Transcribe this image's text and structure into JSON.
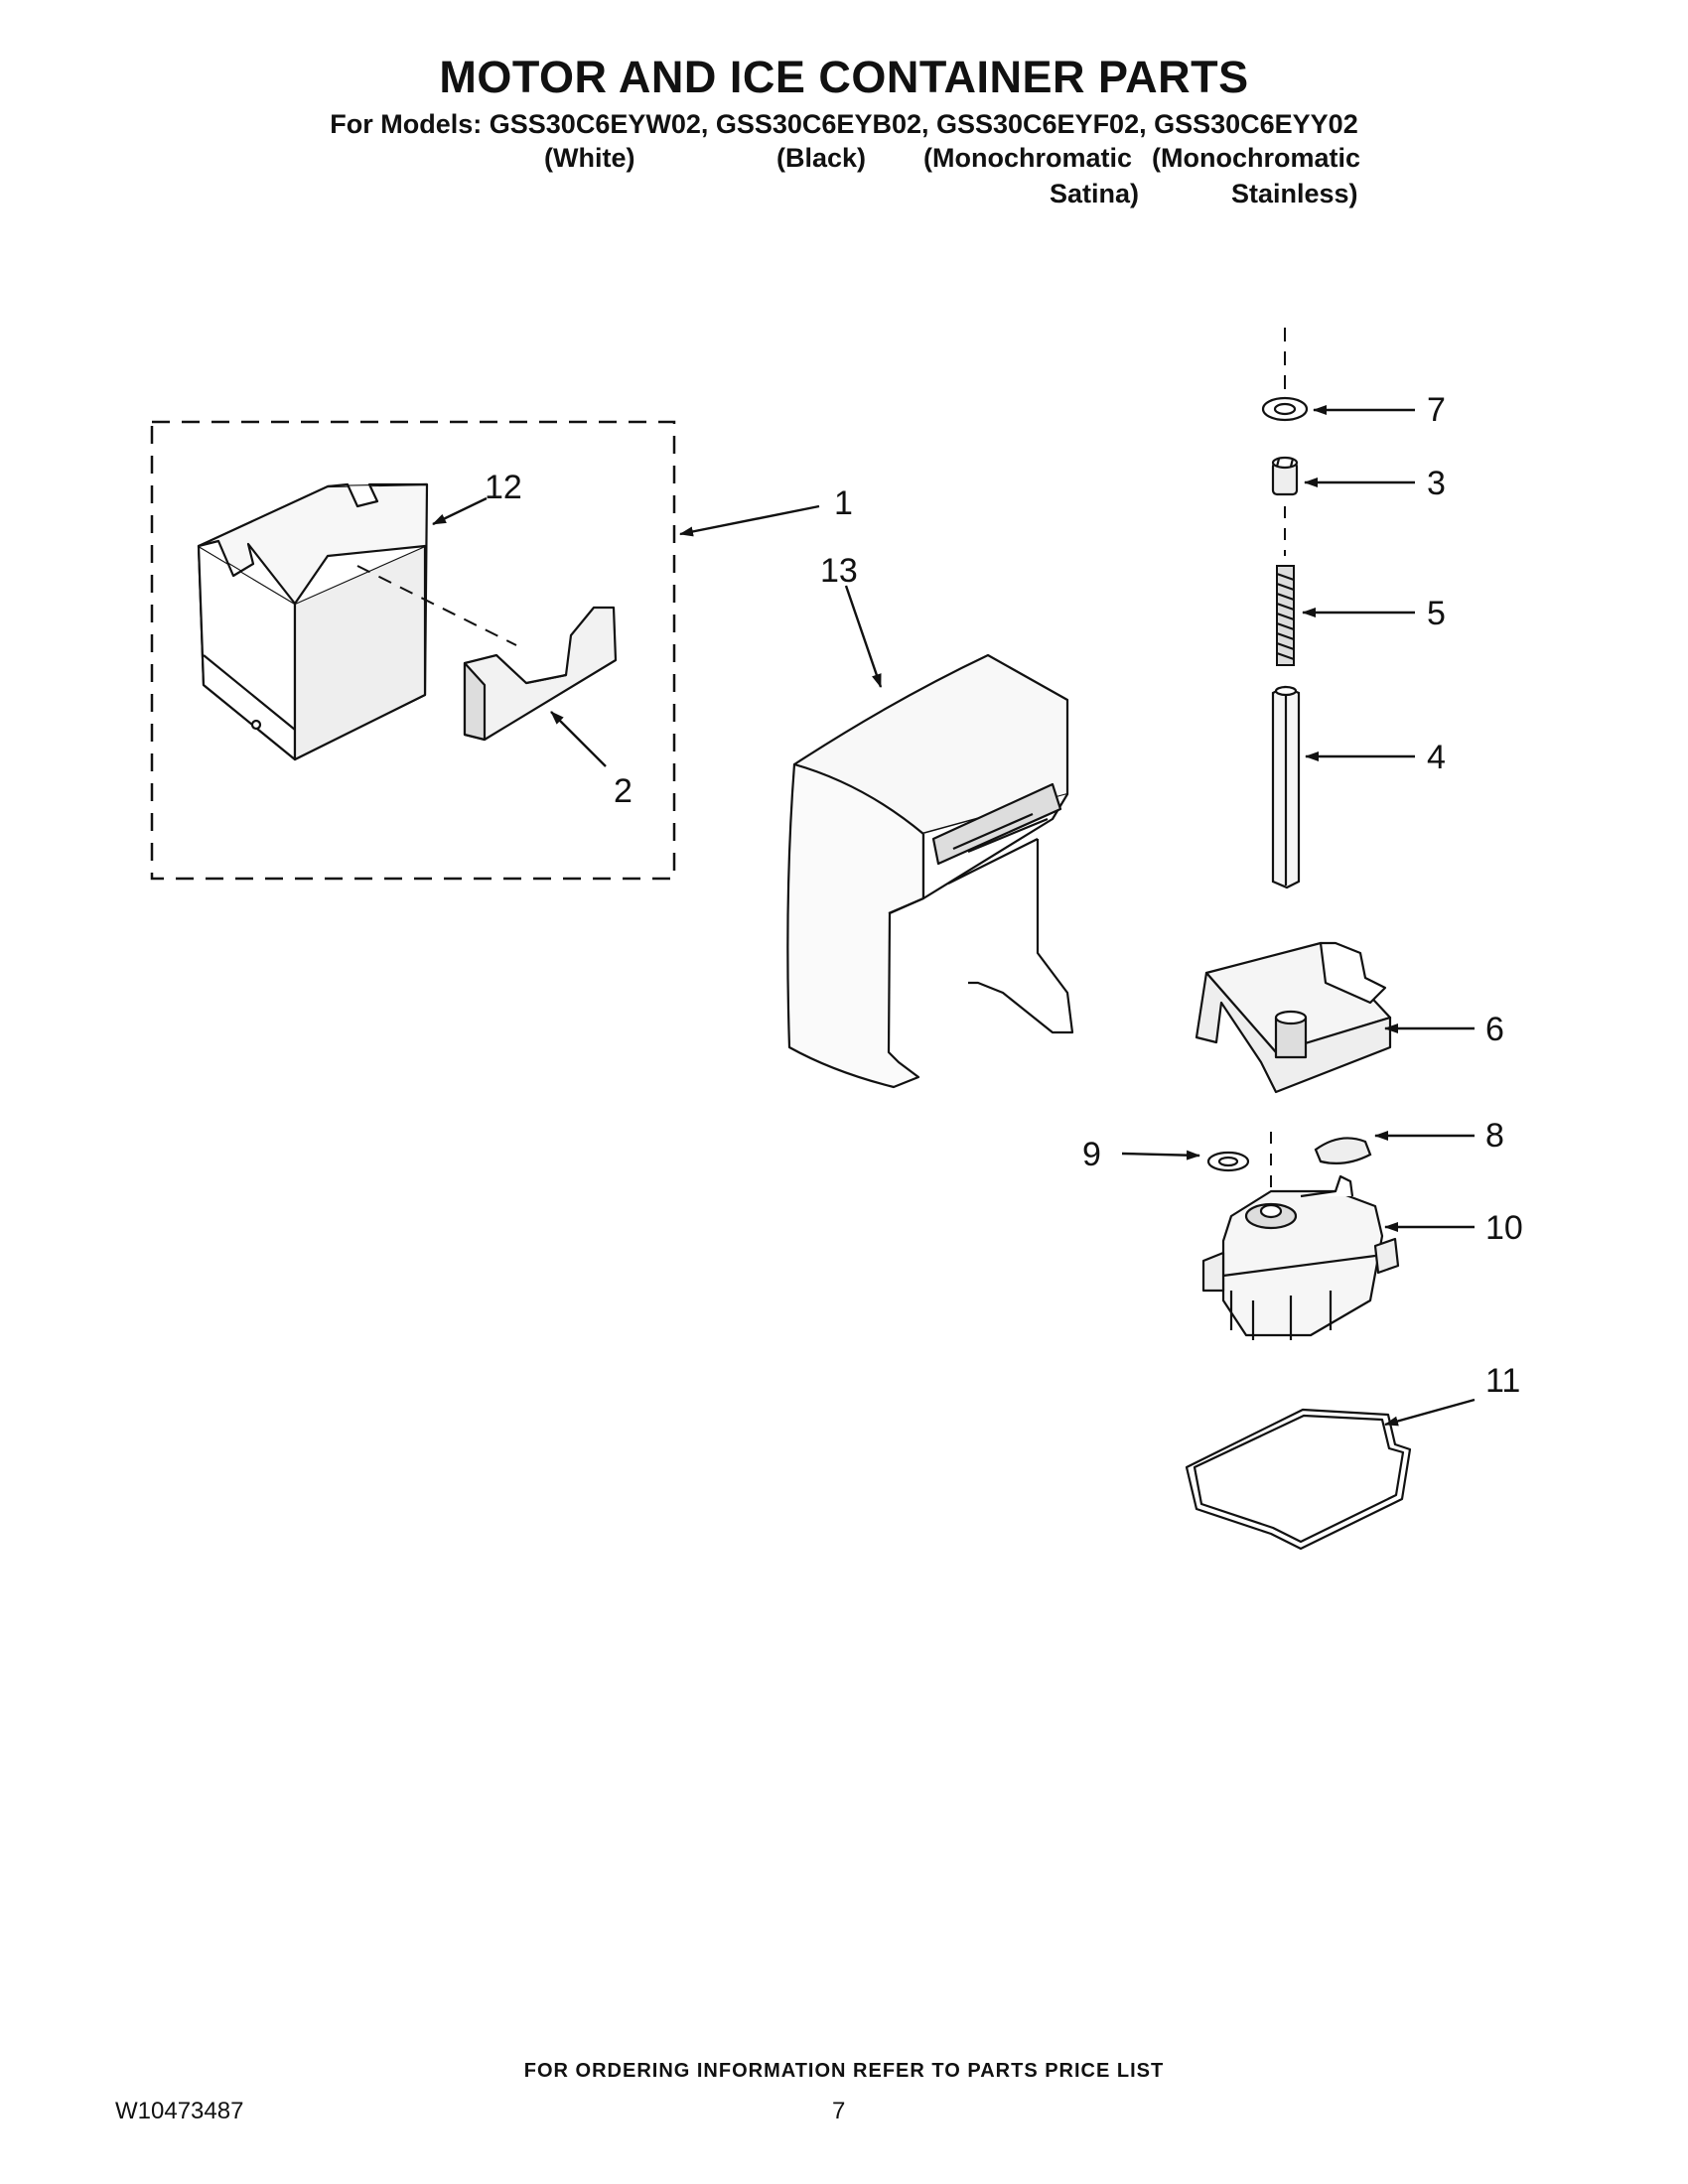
{
  "header": {
    "title": "MOTOR AND ICE CONTAINER PARTS",
    "models_line": "For Models: GSS30C6EYW02, GSS30C6EYB02, GSS30C6EYF02, GSS30C6EYY02",
    "variants": {
      "white": "(White)",
      "black": "(Black)",
      "mono1_line1": "(Monochromatic",
      "mono2_line1": "(Monochromatic",
      "mono1_line2": "Satina)",
      "mono2_line2": "Stainless)"
    }
  },
  "callouts": {
    "c1": "1",
    "c2": "2",
    "c3": "3",
    "c4": "4",
    "c5": "5",
    "c6": "6",
    "c7": "7",
    "c8": "8",
    "c9": "9",
    "c10": "10",
    "c11": "11",
    "c12": "12",
    "c13": "13"
  },
  "footer": {
    "ordering_note": "FOR ORDERING INFORMATION REFER TO PARTS PRICE LIST",
    "document_number": "W10473487",
    "page_number": "7"
  }
}
